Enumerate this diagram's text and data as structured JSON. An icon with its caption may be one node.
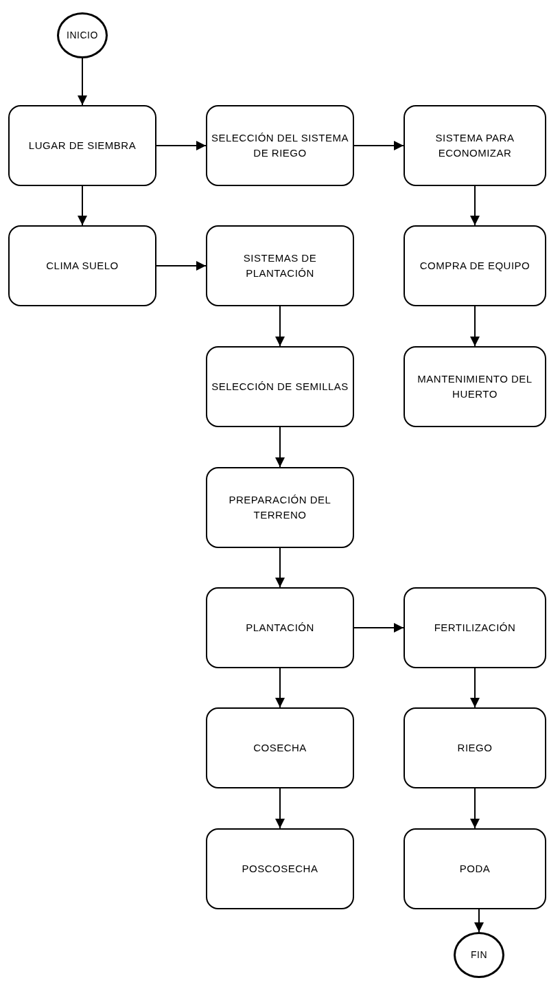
{
  "diagram": {
    "nodes": [
      {
        "text": [
          "INICIO"
        ]
      },
      {
        "text": [
          "LUGAR DE SIEMBRA"
        ]
      },
      {
        "text": [
          "SELECCIÓN DEL SISTEMA DE RIEGO"
        ]
      },
      {
        "text": [
          "SISTEMA PARA ECONOMIZAR"
        ]
      },
      {
        "text": [
          "CLIMA SUELO"
        ]
      },
      {
        "text": [
          "SISTEMAS DE PLANTACIÓN"
        ]
      },
      {
        "text": [
          "COMPRA DE EQUIPO"
        ]
      },
      {
        "text": [
          "SELECCIÓN DE SEMILLAS"
        ]
      },
      {
        "text": [
          "MANTENIMIENTO DEL HUERTO"
        ]
      },
      {
        "text": [
          "PREPARACIÓN DEL TERRENO"
        ]
      },
      {
        "text": [
          "PLANTACIÓN"
        ]
      },
      {
        "text": [
          "FERTILIZACIÓN"
        ]
      },
      {
        "text": [
          "COSECHA"
        ]
      },
      {
        "text": [
          "RIEGO"
        ]
      },
      {
        "text": [
          "POSCOSECHA"
        ]
      },
      {
        "text": [
          "PODA"
        ]
      },
      {
        "text": [
          "FIN"
        ]
      }
    ],
    "edges": [
      {
        "from": 0,
        "to": 1,
        "arrow": "to"
      },
      {
        "from": 1,
        "to": 2,
        "arrow": "to"
      },
      {
        "from": 2,
        "to": 3,
        "arrow": "to"
      },
      {
        "from": 1,
        "to": 4,
        "arrow": "to"
      },
      {
        "from": 4,
        "to": 5,
        "arrow": "to"
      },
      {
        "from": 3,
        "to": 6,
        "arrow": "to"
      },
      {
        "from": 6,
        "to": 8,
        "arrow": "to"
      },
      {
        "from": 5,
        "to": 7,
        "arrow": "to"
      },
      {
        "from": 7,
        "to": 9,
        "arrow": "to"
      },
      {
        "from": 9,
        "to": 10,
        "arrow": "to"
      },
      {
        "from": 10,
        "to": 11,
        "arrow": "to"
      },
      {
        "from": 10,
        "to": 12,
        "arrow": "to"
      },
      {
        "from": 12,
        "to": 14,
        "arrow": "to"
      },
      {
        "from": 11,
        "to": 13,
        "arrow": "to"
      },
      {
        "from": 13,
        "to": 15,
        "arrow": "to"
      },
      {
        "from": 15,
        "to": 16,
        "arrow": "to"
      }
    ]
  }
}
